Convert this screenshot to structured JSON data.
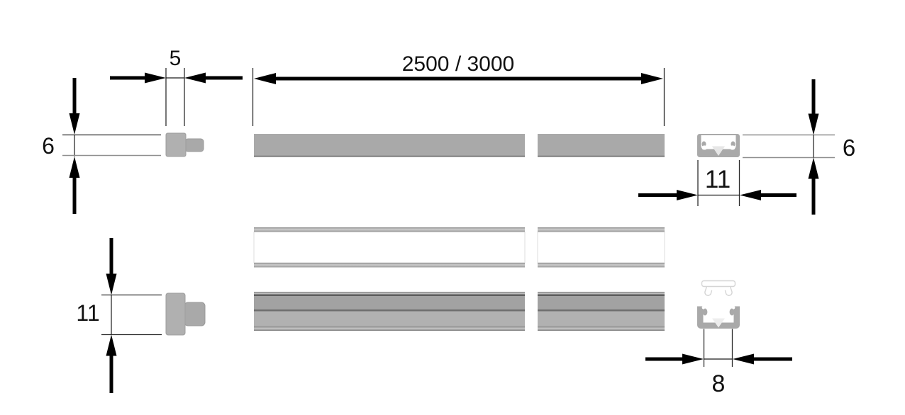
{
  "drawing": {
    "type": "technical-dimension-drawing",
    "subject": "LED aluminium profile with diffuser and end caps"
  },
  "dimensions": {
    "cap_width": "5",
    "profile_length": "2500 / 3000",
    "cap_height": "6",
    "profile_height": "6",
    "profile_width": "11",
    "cap_large_height": "11",
    "channel_inner_width": "8"
  },
  "colors": {
    "profile_gray": "#a9a9a9",
    "cap_gray": "#b0b0b0",
    "line_black": "#000000"
  }
}
